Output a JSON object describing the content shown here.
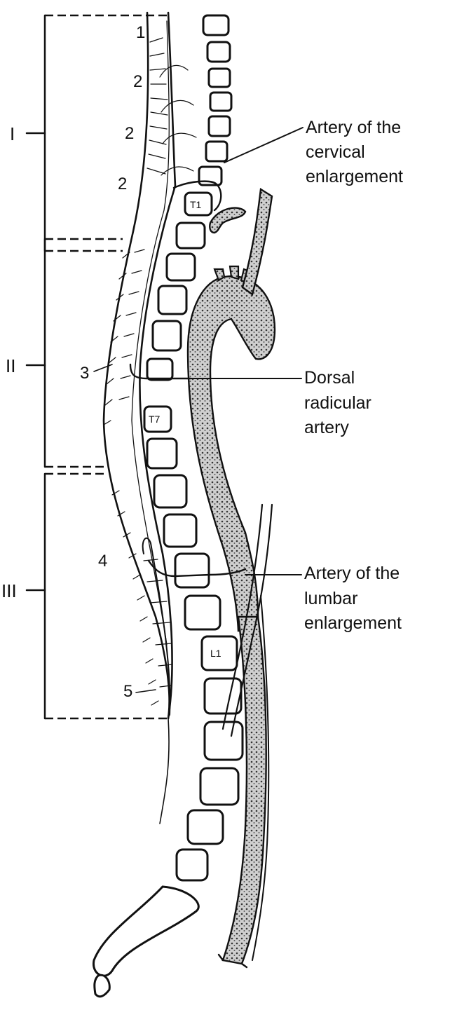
{
  "regions": [
    {
      "id": "I",
      "label": "I"
    },
    {
      "id": "II",
      "label": "II"
    },
    {
      "id": "III",
      "label": "III"
    }
  ],
  "numbers": [
    "1",
    "2",
    "2",
    "2",
    "3",
    "4",
    "5"
  ],
  "vertebrae": {
    "t1": "T1",
    "t7": "T7",
    "l1": "L1"
  },
  "callouts": {
    "cervical": [
      "Artery of the",
      "cervical",
      "enlargement"
    ],
    "dorsal": [
      "Dorsal",
      "radicular",
      "artery"
    ],
    "lumbar": [
      "Artery of the",
      "lumbar",
      "enlargement"
    ]
  },
  "colors": {
    "ink": "#111111",
    "paper": "#ffffff",
    "vessel_fill": "#d8d8d8"
  }
}
